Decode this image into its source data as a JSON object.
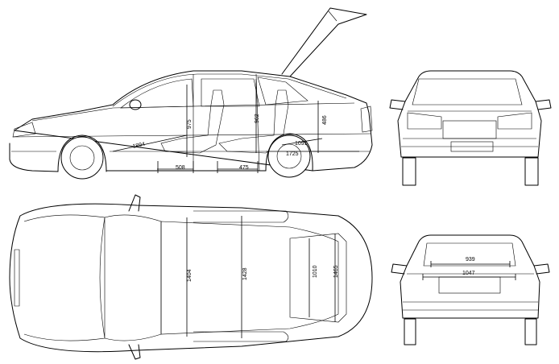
{
  "dimensions": {
    "side_1894": "1894",
    "side_975": "975",
    "side_962": "962",
    "side_486": "486",
    "side_1091": "1091",
    "side_1725": "1725",
    "side_508": "508",
    "side_475": "475",
    "top_1404": "1404",
    "top_1428": "1428",
    "top_1010": "1010",
    "top_1465": "1465",
    "rear_939": "939",
    "rear_1047": "1047"
  }
}
